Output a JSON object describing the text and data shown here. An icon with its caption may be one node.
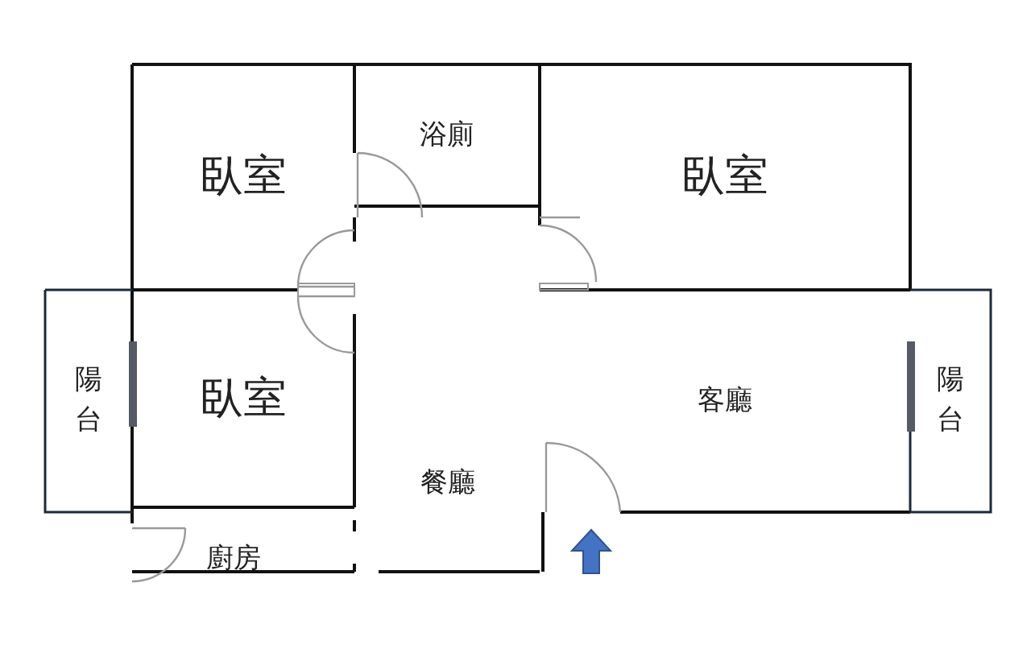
{
  "diagram": {
    "nodes": [
      {
        "text": [
          "臥室"
        ]
      },
      {
        "text": [
          "浴廁"
        ]
      },
      {
        "text": [
          "臥室"
        ]
      },
      {
        "text": [
          "陽台"
        ]
      },
      {
        "text": [
          "臥室"
        ]
      },
      {
        "text": [
          "客廳"
        ]
      },
      {
        "text": [
          "陽台"
        ]
      },
      {
        "text": [
          "餐廳"
        ]
      },
      {
        "text": [
          "廚房"
        ]
      }
    ]
  }
}
